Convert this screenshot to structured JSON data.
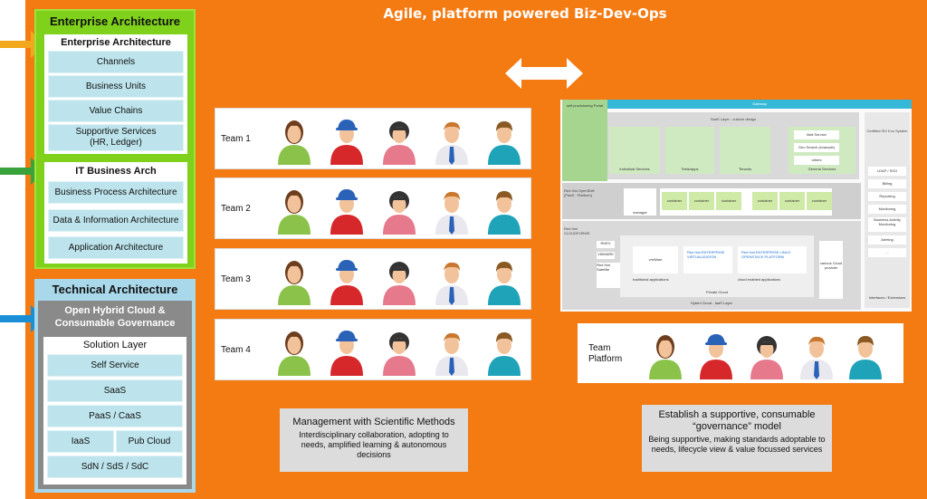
{
  "title": "Agile, platform powered Biz-Dev-Ops",
  "enterprise": {
    "heading": "Enterprise Architecture",
    "ea_panel": {
      "title": "Enterprise Architecture",
      "items": [
        "Channels",
        "Business Units",
        "Value Chains",
        "Supportive Services\n(HR, Ledger)"
      ]
    },
    "it_panel": {
      "title": "IT Business Arch",
      "items": [
        "Business Process Architecture",
        "Data & Information Architecture",
        "Application Architecture"
      ]
    }
  },
  "technical": {
    "heading": "Technical Architecture",
    "cloud_title": "Open Hybrid Cloud &\nConsumable Governance",
    "solution_layer": "Solution Layer",
    "items": [
      "Self Service",
      "SaaS",
      "PaaS / CaaS",
      "IaaS",
      "Pub Cloud",
      "SdN / SdS / SdC"
    ]
  },
  "teams": [
    "Team 1",
    "Team 2",
    "Team 3",
    "Team 4"
  ],
  "team_platform": "Team\nPlatform",
  "notes": {
    "left": {
      "title": "Management with Scientific Methods",
      "body": "Interdisciplinary collaboration, adopting to needs, amplified learning & autonomous decisions"
    },
    "right": {
      "title": "Establish a supportive, consumable “governance” model",
      "body": "Being supportive, making standards adoptable to needs, lifecycle view & value focussed services"
    }
  },
  "arch_diagram": {
    "top_bar": "Gateway",
    "portal": "self provisioning Portal",
    "saas_layer": "SaaS Layer - custom design",
    "saas_cols": [
      "Individual Services",
      "Tests/apps",
      "Tenants",
      "General Services"
    ],
    "services": [
      "Mail Service",
      "Geo Search (example)",
      "others"
    ],
    "eco": "Certified ISV Eco System",
    "right_items": [
      "LDAP / SSO",
      "Billing",
      "Reporting",
      "Monitoring",
      "Business Activity Monitoring",
      "Alerting",
      "..."
    ],
    "openshift": "Red Hat OpenShift (PaaS - Platform)",
    "manager": "manager",
    "container": "container",
    "cloudforms": "Red Hat CLOUDFORMS",
    "left_small": [
      "RHEV",
      "VMWARE",
      "Red Hat Satellite"
    ],
    "vmware": "vmWare",
    "rhv": "Red Hat ENTERPRISE VIRTUALIZATION",
    "osp": "Red Hat ENTERPRISE LINUX OPENSTACK PLATFORM",
    "trad": "traditional applications",
    "cloud_enabled": "cloud enabled applications",
    "private_cloud": "Private Cloud",
    "various": "various Cloud provider",
    "hybrid": "Hybrid Cloud - IaaS Layer",
    "interfaces": "Interfaces / Extensions"
  },
  "colors": {
    "orange": "#f47a12",
    "green": "#7fd11b",
    "light_blue": "#a9d8ea",
    "cell": "#bde4ec",
    "arrow_yellow": "#f1a81c",
    "arrow_green": "#3aa23a",
    "arrow_blue": "#1a8fd6"
  }
}
